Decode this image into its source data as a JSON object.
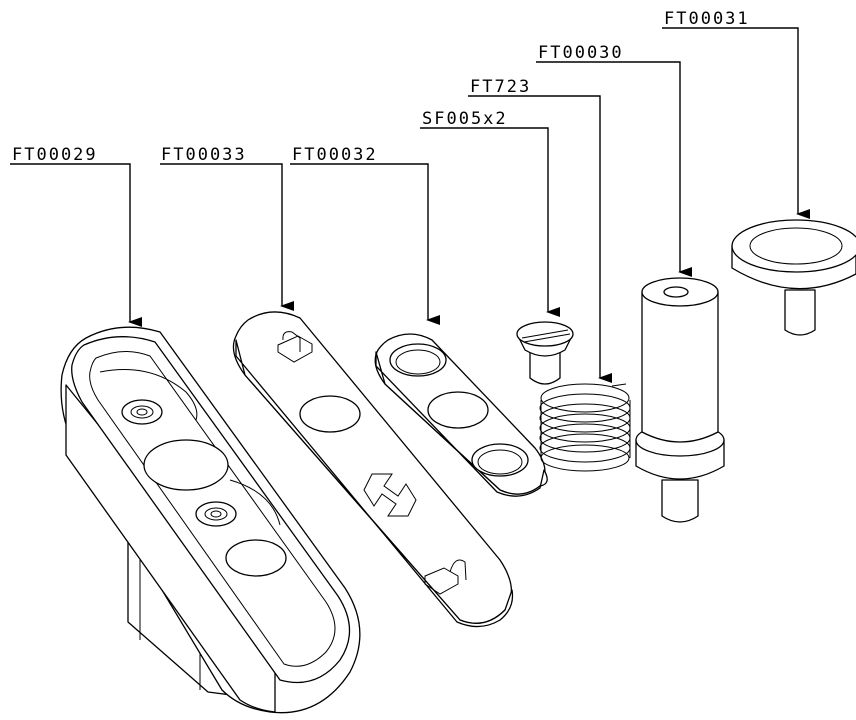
{
  "callouts": [
    {
      "id": "ft00029",
      "label": "FT00029"
    },
    {
      "id": "ft00033",
      "label": "FT00033"
    },
    {
      "id": "ft00032",
      "label": "FT00032"
    },
    {
      "id": "sf005",
      "label": "SF005x2"
    },
    {
      "id": "ft723",
      "label": "FT723"
    },
    {
      "id": "ft00030",
      "label": "FT00030"
    },
    {
      "id": "ft00031",
      "label": "FT00031"
    }
  ]
}
